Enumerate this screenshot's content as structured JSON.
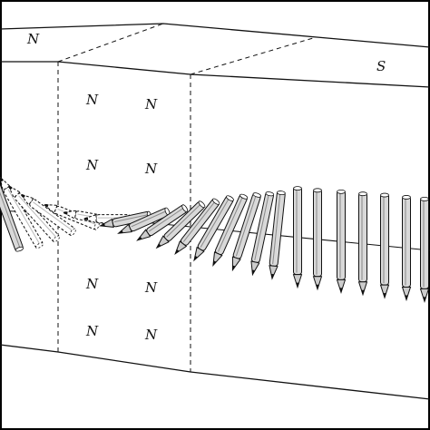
{
  "labels": {
    "top_left": "N",
    "top_right": "S",
    "domain_upper": [
      "N",
      "N",
      "N",
      "N"
    ],
    "domain_lower": [
      "N",
      "N",
      "N",
      "N"
    ]
  },
  "colors": {
    "ink": "#111111",
    "moment_fill": "#d9d9d9",
    "background": "#ffffff"
  },
  "moments": {
    "count": 26,
    "left_edge_count": 4,
    "right_region": "upright"
  }
}
